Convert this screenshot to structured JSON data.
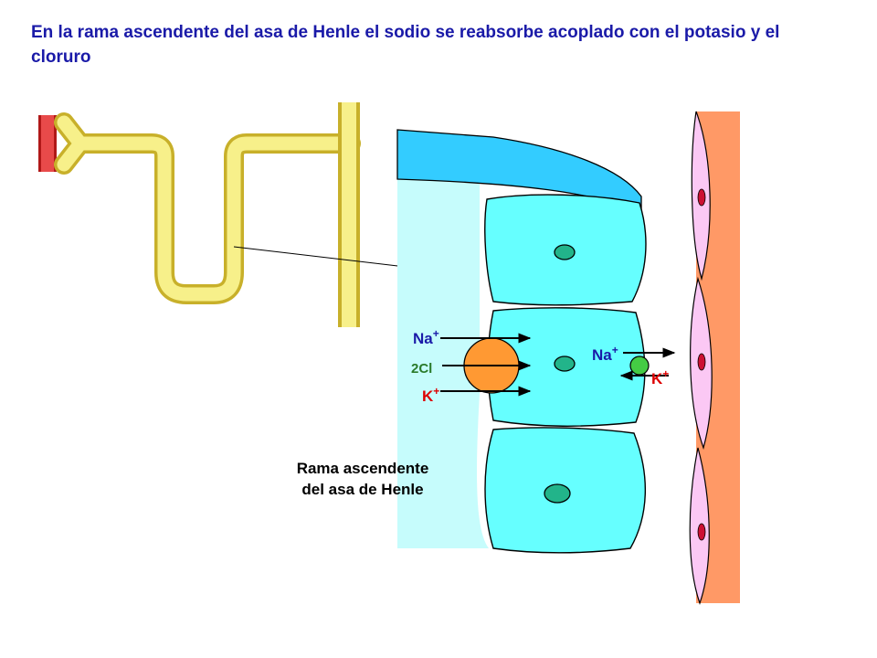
{
  "title": "En la rama ascendente del asa de Henle el sodio se reabsorbe acoplado con el potasio y el cloruro",
  "caption": {
    "line1": "Rama ascendente",
    "line2": "del asa de Henle"
  },
  "ions": {
    "na_left": "Na",
    "cl": "2Cl",
    "k_left": "K",
    "na_right": "Na",
    "k_right": "K",
    "charge_plus": "+"
  },
  "colors": {
    "title": "#1a1aa8",
    "tubule_fill": "#f7f08a",
    "tubule_edge": "#c8b02a",
    "vessel": "#e84a4a",
    "lumen": "#c6fcfc",
    "cell": "#66ffff",
    "apical_layer": "#33ccff",
    "nucleus": "#22b48a",
    "cotransporter": "#ff9933",
    "pump": "#44cc44",
    "interstitium": "#ff9966",
    "capillary_cell": "#fbc8f4",
    "capillary_nucleus": "#cc1133",
    "na_label": "#1a1aa8",
    "cl_label": "#2a7a2a",
    "k_label": "#dd0000"
  }
}
